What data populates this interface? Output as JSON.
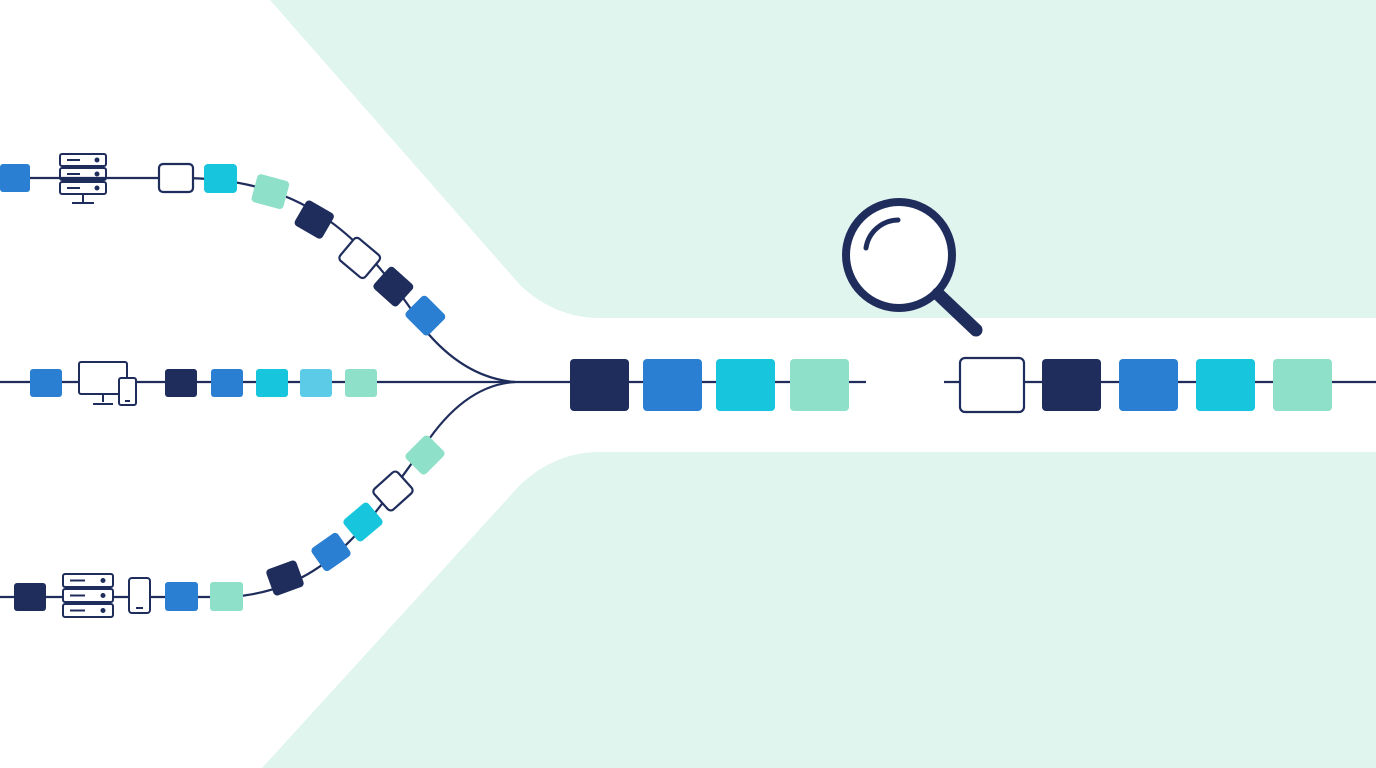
{
  "colors": {
    "background": "#ffffff",
    "band": "#e0f5ee",
    "line": "#1f2d5c",
    "navy": "#1f2d5c",
    "blue": "#2b7fd3",
    "cyan": "#17c6dc",
    "sky": "#5ccbe8",
    "mint": "#8fe0c8",
    "outline": "#1f2d5c"
  },
  "streams": {
    "top": {
      "devices": [
        "server-rack-icon"
      ],
      "packets": [
        "blue",
        "outline",
        "cyan",
        "mint",
        "navy",
        "outline",
        "navy",
        "blue"
      ]
    },
    "middle": {
      "devices": [
        "desktop-and-phone-icon"
      ],
      "packets": [
        "blue",
        "navy",
        "blue",
        "cyan",
        "sky",
        "mint"
      ]
    },
    "bottom": {
      "devices": [
        "server-rack-icon",
        "phone-icon"
      ],
      "packets": [
        "navy",
        "blue",
        "mint",
        "navy",
        "blue",
        "cyan",
        "outline",
        "mint"
      ]
    }
  },
  "merged_stream": {
    "packets": [
      "navy",
      "blue",
      "cyan",
      "mint"
    ]
  },
  "inspection": {
    "icon": "magnifier-icon"
  },
  "output_stream": {
    "packets": [
      "outline",
      "navy",
      "blue",
      "cyan",
      "mint"
    ]
  }
}
